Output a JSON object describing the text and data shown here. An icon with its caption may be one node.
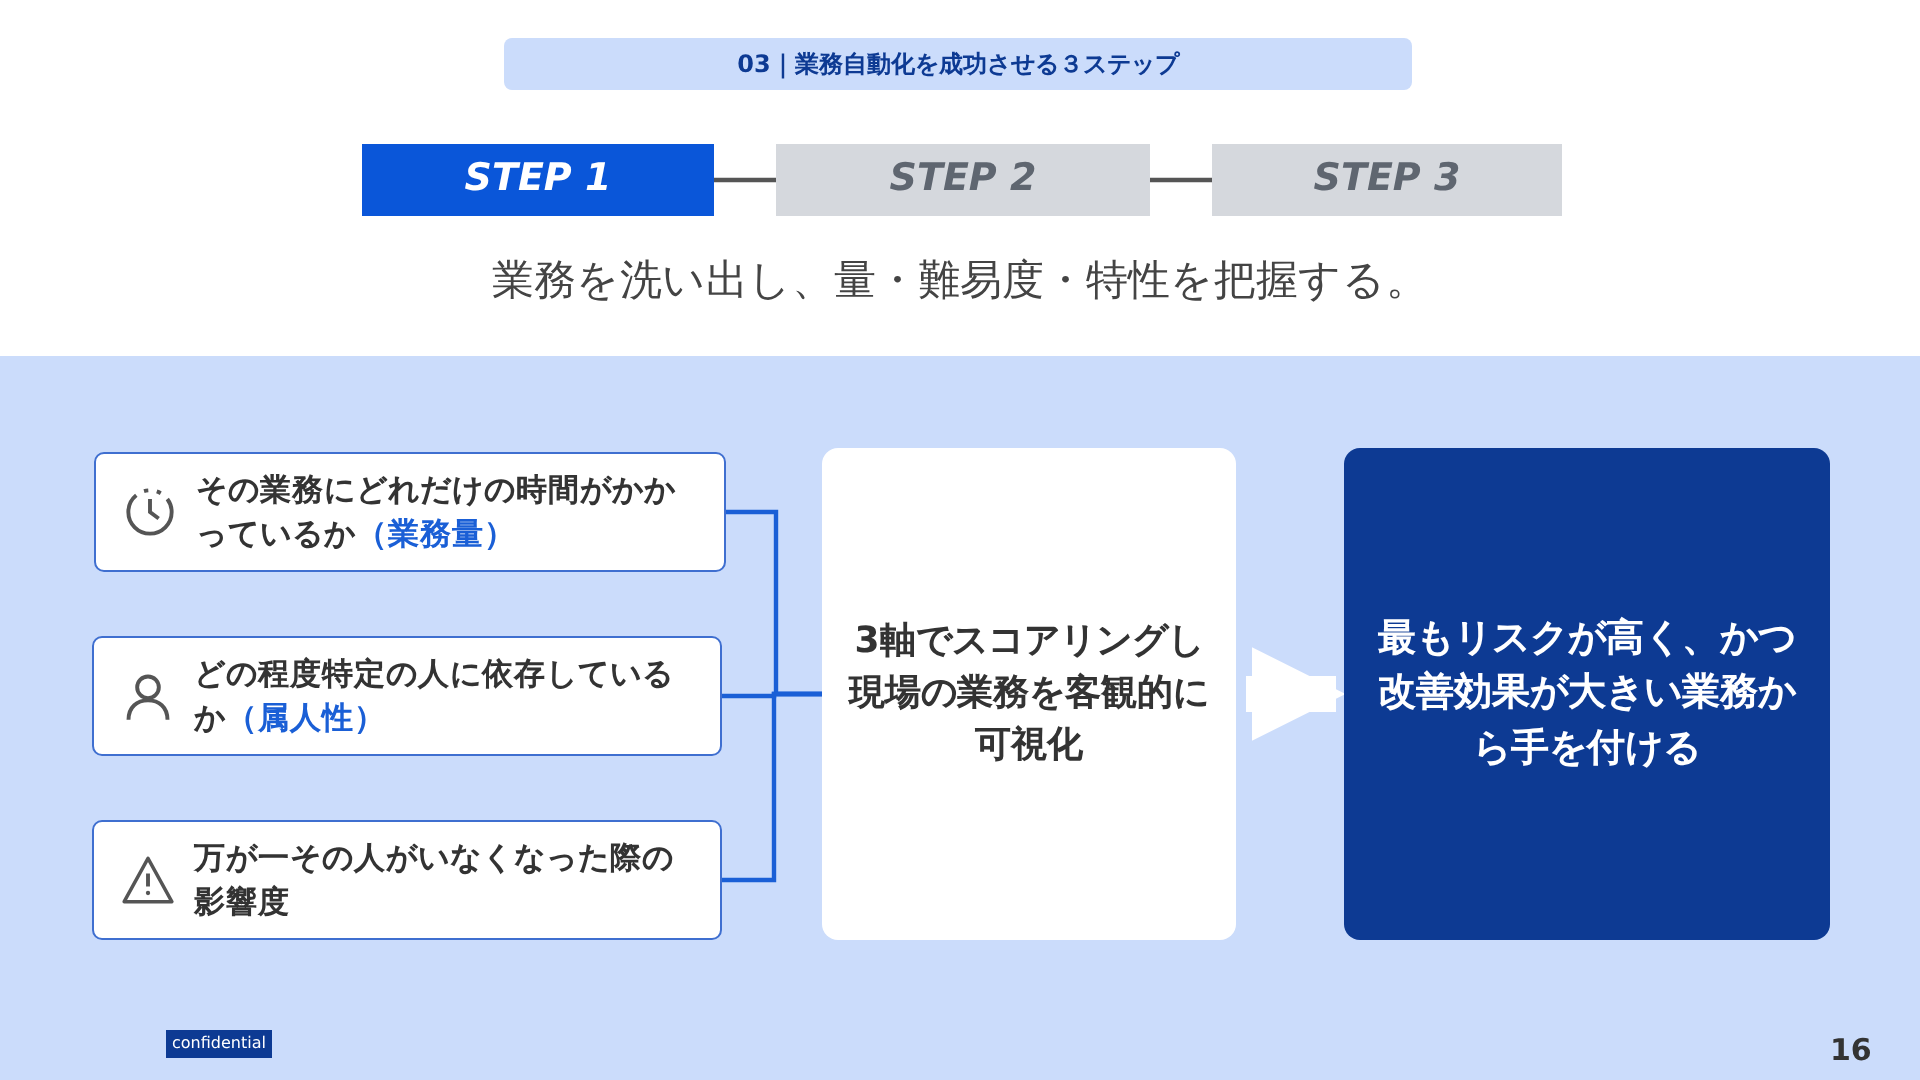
{
  "diagram": {
    "title": "03｜業務自動化を成功させる３ステップ",
    "nodes": [
      {
        "text": [
          "STEP 1"
        ]
      },
      {
        "text": [
          "STEP 2"
        ]
      },
      {
        "text": [
          "STEP 3"
        ]
      },
      {
        "text": [
          "その業務にどれだけの時間がかかっているか**（業務量）**"
        ]
      },
      {
        "text": [
          "どの程度特定の人に依存しているか**（属人性）**"
        ]
      },
      {
        "text": [
          "万が一その人がいなくなった際の影響度"
        ]
      },
      {
        "text": [
          "3軸でスコアリングし現場の業務を客観的に可視化"
        ]
      },
      {
        "text": [
          "最もリスクが高く、かつ改善効果が大きい業務から手を付ける"
        ]
      }
    ],
    "edges": [
      {
        "from": 0,
        "to": 1,
        "arrow": "none",
        "color": "#555555"
      },
      {
        "from": 1,
        "to": 2,
        "arrow": "none",
        "color": "#555555"
      },
      {
        "from": 3,
        "to": 6,
        "arrow": "none",
        "color": "#1a5fd6"
      },
      {
        "from": 4,
        "to": 6,
        "arrow": "none",
        "color": "#1a5fd6"
      },
      {
        "from": 5,
        "to": 6,
        "arrow": "none",
        "color": "#1a5fd6"
      },
      {
        "from": 6,
        "to": 7,
        "arrow": "to",
        "style": "thick",
        "color": "#ffffff"
      }
    ],
    "labels": [
      "業務を洗い出し、量・難易度・特性を把握する。",
      "confidential",
      "16"
    ]
  }
}
